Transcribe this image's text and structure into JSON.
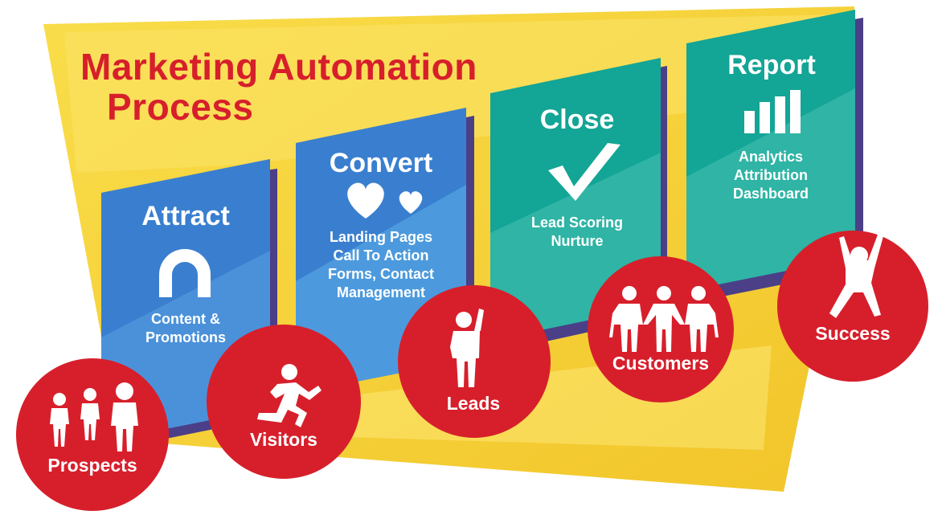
{
  "title": {
    "line1": "Marketing Automation",
    "line2": "Process"
  },
  "colors": {
    "banner_yellow": "#f6d33a",
    "title_red": "#d71f2b",
    "circle_red": "#d71f2b",
    "panel_blue": "#3a7fcf",
    "panel_teal": "#13a596",
    "shadow_purple": "#4b3f87"
  },
  "stages": [
    {
      "title": "Attract",
      "icon": "magnet-icon",
      "items": [
        "Content &",
        "Promotions"
      ]
    },
    {
      "title": "Convert",
      "icon": "hearts-icon",
      "items": [
        "Landing Pages",
        "Call To Action",
        "Forms, Contact",
        "Management"
      ]
    },
    {
      "title": "Close",
      "icon": "checkmark-icon",
      "items": [
        "Lead Scoring",
        "Nurture"
      ]
    },
    {
      "title": "Report",
      "icon": "bar-chart-icon",
      "items": [
        "Analytics",
        "Attribution",
        "Dashboard"
      ]
    }
  ],
  "audiences": [
    {
      "label": "Prospects",
      "icon": "group-people-icon"
    },
    {
      "label": "Visitors",
      "icon": "running-person-icon"
    },
    {
      "label": "Leads",
      "icon": "hand-raised-person-icon"
    },
    {
      "label": "Customers",
      "icon": "holding-hands-people-icon"
    },
    {
      "label": "Success",
      "icon": "celebrating-person-icon"
    }
  ]
}
